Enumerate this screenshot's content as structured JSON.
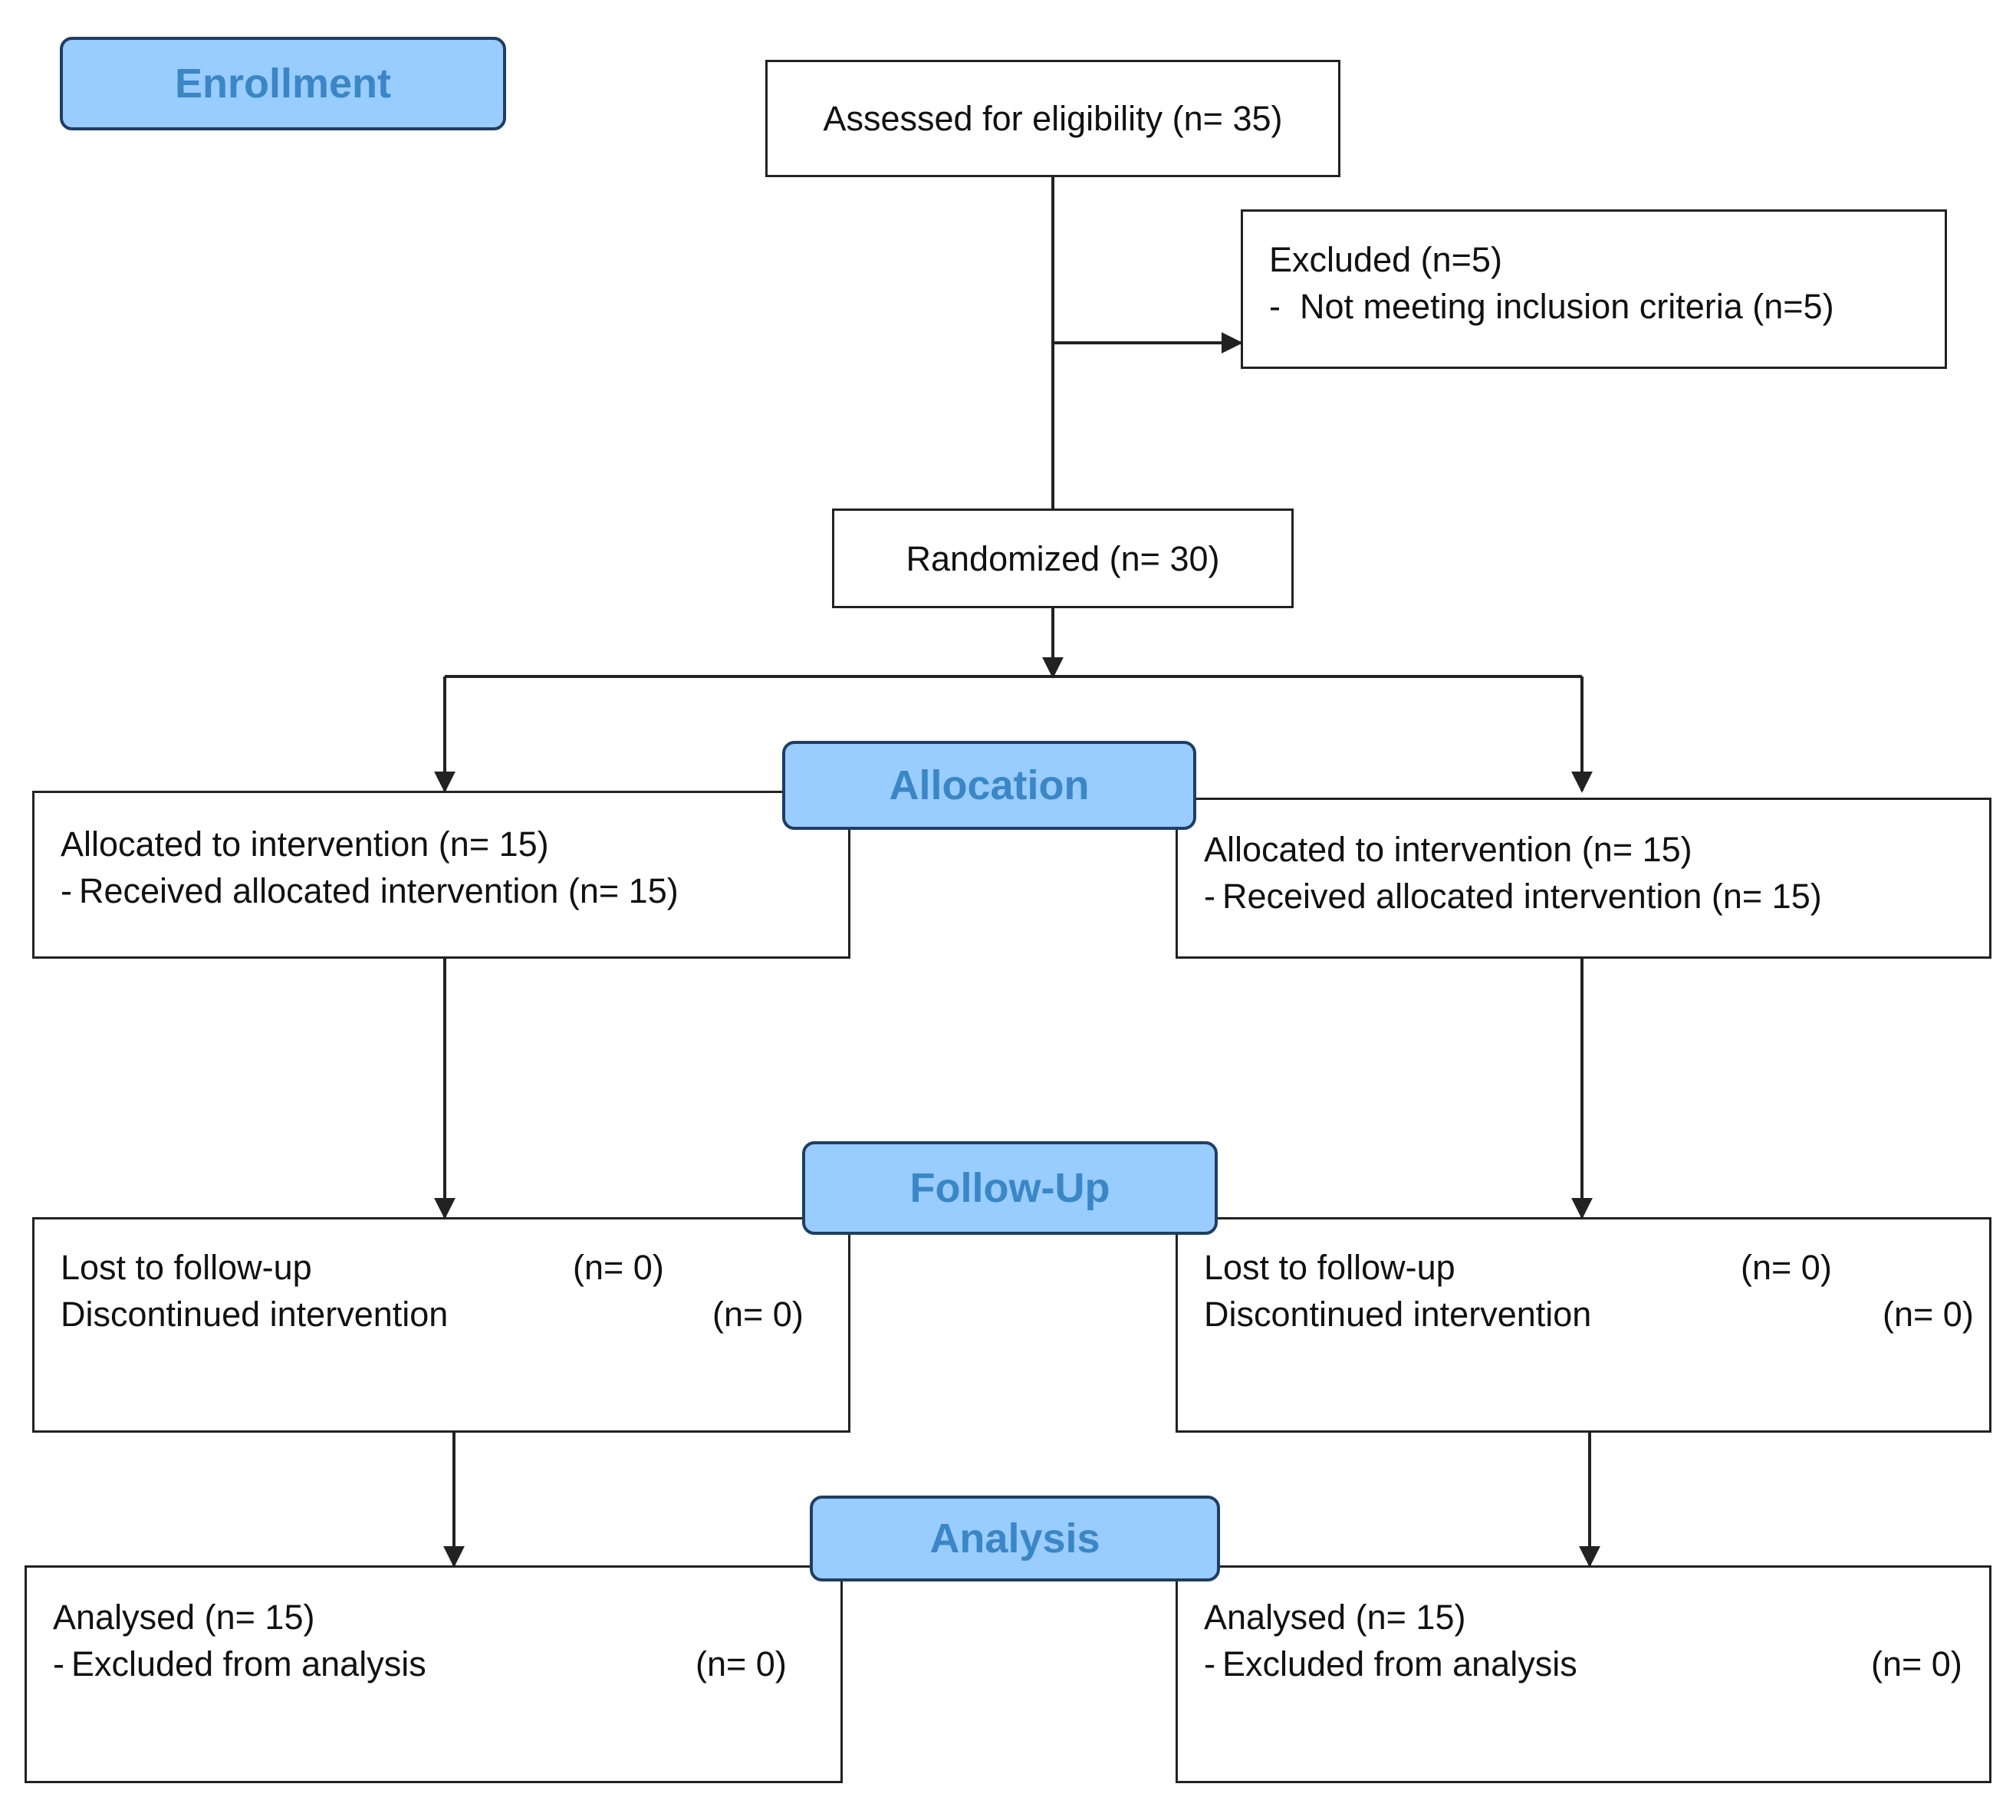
{
  "stages": {
    "enrollment": "Enrollment",
    "allocation": "Allocation",
    "follow_up": "Follow-Up",
    "analysis": "Analysis"
  },
  "assessed": "Assessed for eligibility (n= 35)",
  "excluded": {
    "title": "Excluded  (n=5)",
    "bullet": "-",
    "reason": "Not meeting inclusion criteria (n=5)"
  },
  "randomized": "Randomized  (n= 30)",
  "arms": [
    {
      "allocated": "Allocated to intervention  (n= 15)",
      "received": "Received  allocated intervention  (n= 15)",
      "bullet": "-",
      "lost_label": "Lost to follow-up",
      "lost_n": "(n= 0)",
      "discontinued_label": "Discontinued intervention",
      "discontinued_n": "(n= 0)",
      "analysed": "Analysed  (n= 15)",
      "excluded_label": "Excluded from analysis",
      "excluded_n": "(n= 0)"
    },
    {
      "allocated": "Allocated to intervention  (n= 15)",
      "received": "Received  allocated intervention  (n= 15)",
      "bullet": "-",
      "lost_label": "Lost to follow-up",
      "lost_n": "(n= 0)",
      "discontinued_label": "Discontinued intervention",
      "discontinued_n": "(n= 0)",
      "analysed": "Analysed  (n= 15)",
      "excluded_label": "Excluded from analysis",
      "excluded_n": "(n= 0)"
    }
  ],
  "colors": {
    "stage_fill": "#99ccff",
    "stage_text": "#3a86c6",
    "stage_border": "#1f3e62",
    "line": "#222222"
  }
}
